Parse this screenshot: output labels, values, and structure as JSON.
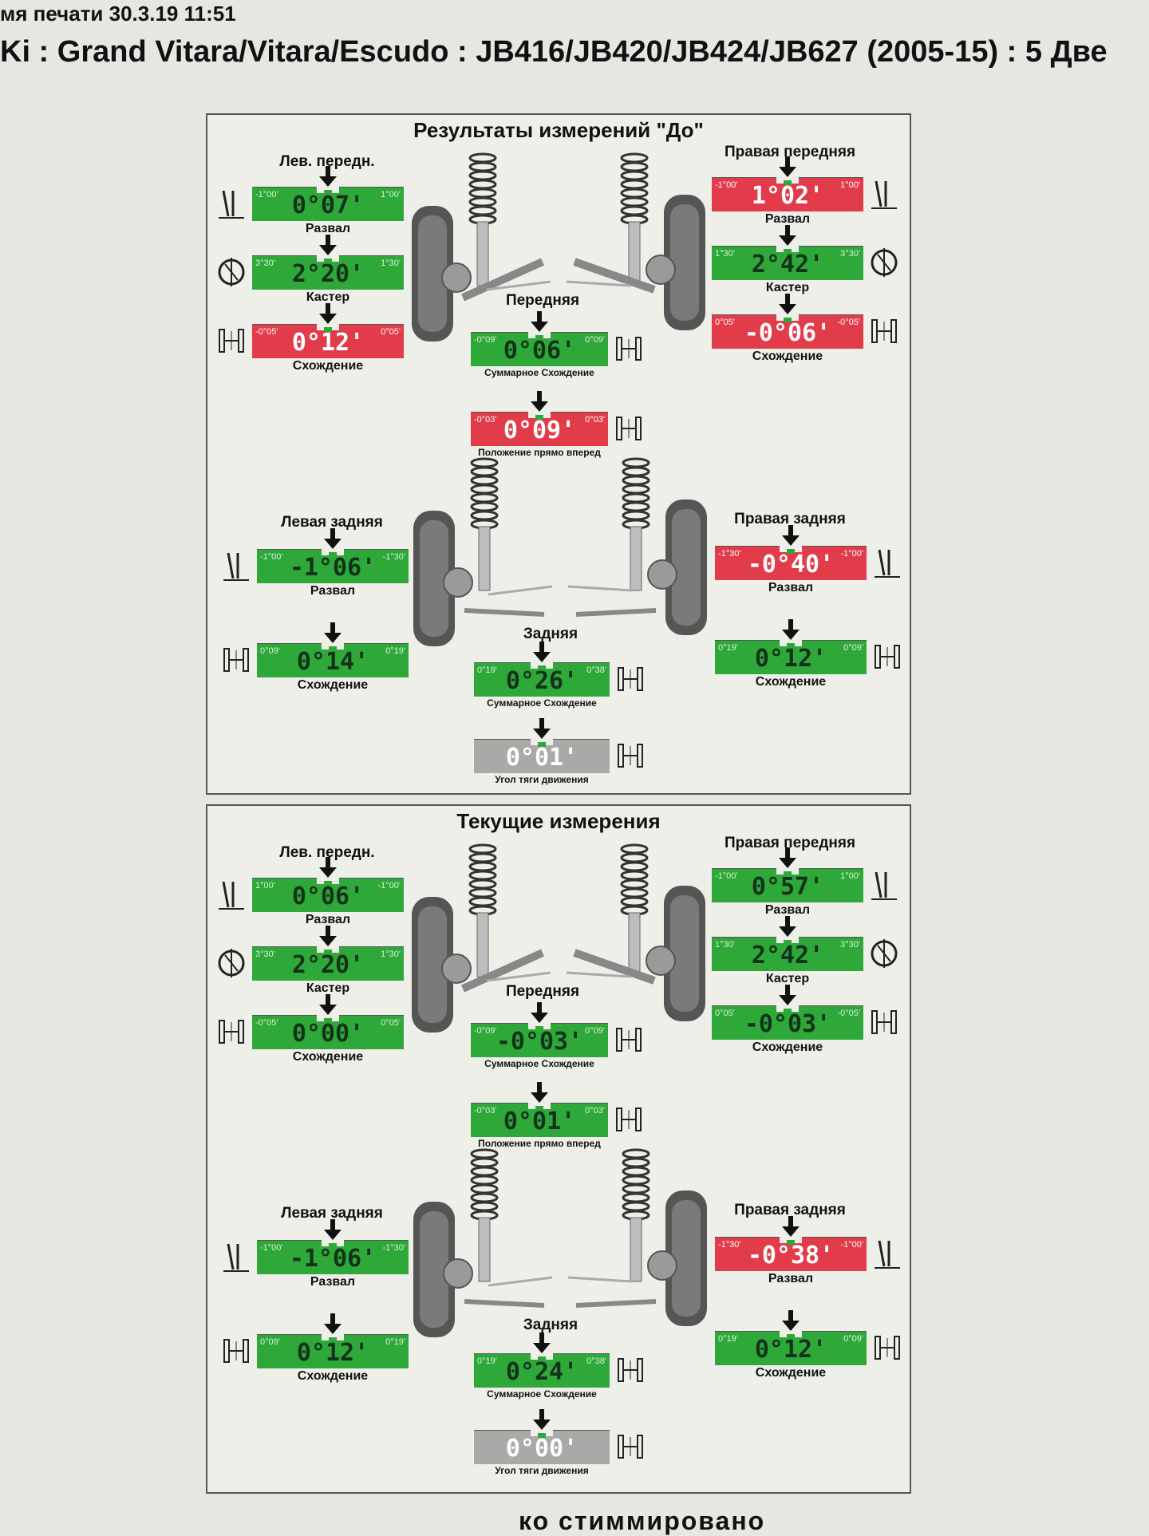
{
  "header": {
    "print_time": "мя печати 30.3.19 11:51",
    "vehicle": "Ki : Grand Vitara/Vitara/Escudo : JB416/JB420/JB424/JB627 (2005-15) : 5 Две"
  },
  "footer": {
    "text": "ко стиммировано"
  },
  "colors": {
    "in_tolerance": "#2fa83a",
    "out_of_tolerance": "#e23b4a",
    "neutral": "#a9aaa8"
  },
  "before": {
    "title": "Результаты измерений \"До\"",
    "front_left": {
      "label": "Лев. передн.",
      "camber": {
        "caption": "Развал",
        "value": "0°07'",
        "min": "-1°00'",
        "max": "1°00'",
        "status": "green"
      },
      "caster": {
        "caption": "Кастер",
        "value": "2°20'",
        "min": "3°30'",
        "max": "1°30'",
        "status": "green"
      },
      "toe": {
        "caption": "Схождение",
        "value": "0°12'",
        "min": "-0°05'",
        "max": "0°05'",
        "status": "red"
      }
    },
    "front_right": {
      "label": "Правая передняя",
      "camber": {
        "caption": "Развал",
        "value": "1°02'",
        "min": "-1°00'",
        "max": "1°00'",
        "status": "red"
      },
      "caster": {
        "caption": "Кастер",
        "value": "2°42'",
        "min": "1°30'",
        "max": "3°30'",
        "status": "green"
      },
      "toe": {
        "caption": "Схождение",
        "value": "-0°06'",
        "min": "0°05'",
        "max": "-0°05'",
        "status": "red"
      }
    },
    "front_total": {
      "label": "Передняя",
      "total_toe": {
        "caption": "Суммарное Схождение",
        "value": "0°06'",
        "min": "-0°09'",
        "max": "0°09'",
        "status": "green"
      },
      "straight_ahead": {
        "caption": "Положение прямо вперед",
        "value": "0°09'",
        "min": "-0°03'",
        "max": "0°03'",
        "status": "red"
      }
    },
    "rear_left": {
      "label": "Левая задняя",
      "camber": {
        "caption": "Развал",
        "value": "-1°06'",
        "min": "-1°00'",
        "max": "-1°30'",
        "status": "green"
      },
      "toe": {
        "caption": "Схождение",
        "value": "0°14'",
        "min": "0°09'",
        "max": "0°19'",
        "status": "green"
      }
    },
    "rear_right": {
      "label": "Правая задняя",
      "camber": {
        "caption": "Развал",
        "value": "-0°40'",
        "min": "-1°30'",
        "max": "-1°00'",
        "status": "red"
      },
      "toe": {
        "caption": "Схождение",
        "value": "0°12'",
        "min": "0°19'",
        "max": "0°09'",
        "status": "green"
      }
    },
    "rear_total": {
      "label": "Задняя",
      "total_toe": {
        "caption": "Суммарное Схождение",
        "value": "0°26'",
        "min": "0°19'",
        "max": "0°38'",
        "status": "green"
      },
      "thrust": {
        "caption": "Угол тяги движения",
        "value": "0°01'",
        "status": "gray"
      }
    }
  },
  "current": {
    "title": "Текущие измерения",
    "front_left": {
      "label": "Лев. передн.",
      "camber": {
        "caption": "Развал",
        "value": "0°06'",
        "min": "1°00'",
        "max": "-1°00'",
        "status": "green"
      },
      "caster": {
        "caption": "Кастер",
        "value": "2°20'",
        "min": "3°30'",
        "max": "1°30'",
        "status": "green"
      },
      "toe": {
        "caption": "Схождение",
        "value": "0°00'",
        "min": "-0°05'",
        "max": "0°05'",
        "status": "green"
      }
    },
    "front_right": {
      "label": "Правая передняя",
      "camber": {
        "caption": "Развал",
        "value": "0°57'",
        "min": "-1°00'",
        "max": "1°00'",
        "status": "green"
      },
      "caster": {
        "caption": "Кастер",
        "value": "2°42'",
        "min": "1°30'",
        "max": "3°30'",
        "status": "green"
      },
      "toe": {
        "caption": "Схождение",
        "value": "-0°03'",
        "min": "0°05'",
        "max": "-0°05'",
        "status": "green"
      }
    },
    "front_total": {
      "label": "Передняя",
      "total_toe": {
        "caption": "Суммарное Схождение",
        "value": "-0°03'",
        "min": "-0°09'",
        "max": "0°09'",
        "status": "green"
      },
      "straight_ahead": {
        "caption": "Положение прямо вперед",
        "value": "0°01'",
        "min": "-0°03'",
        "max": "0°03'",
        "status": "green"
      }
    },
    "rear_left": {
      "label": "Левая задняя",
      "camber": {
        "caption": "Развал",
        "value": "-1°06'",
        "min": "-1°00'",
        "max": "-1°30'",
        "status": "green"
      },
      "toe": {
        "caption": "Схождение",
        "value": "0°12'",
        "min": "0°09'",
        "max": "0°19'",
        "status": "green"
      }
    },
    "rear_right": {
      "label": "Правая задняя",
      "camber": {
        "caption": "Развал",
        "value": "-0°38'",
        "min": "-1°30'",
        "max": "-1°00'",
        "status": "red"
      },
      "toe": {
        "caption": "Схождение",
        "value": "0°12'",
        "min": "0°19'",
        "max": "0°09'",
        "status": "green"
      }
    },
    "rear_total": {
      "label": "Задняя",
      "total_toe": {
        "caption": "Суммарное Схождение",
        "value": "0°24'",
        "min": "0°19'",
        "max": "0°38'",
        "status": "green"
      },
      "thrust": {
        "caption": "Угол тяги движения",
        "value": "0°00'",
        "status": "gray"
      }
    }
  }
}
